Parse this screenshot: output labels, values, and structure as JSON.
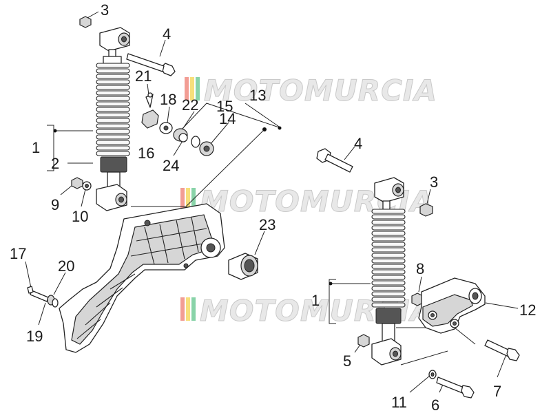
{
  "watermark": {
    "text": "MOTOMURCIA",
    "colors": [
      "#e74c3c",
      "#f1c40f",
      "#27ae60"
    ]
  },
  "callouts": {
    "c3a": "3",
    "c4a": "4",
    "c21": "21",
    "c18": "18",
    "c22": "22",
    "c15": "15",
    "c13": "13",
    "c14": "14",
    "c16": "16",
    "c24": "24",
    "c1a": "1",
    "c2": "2",
    "c9": "9",
    "c10": "10",
    "c23": "23",
    "c17": "17",
    "c20": "20",
    "c19": "19",
    "c4b": "4",
    "c3b": "3",
    "c8": "8",
    "c1b": "1",
    "c12": "12",
    "c5": "5",
    "c7": "7",
    "c11": "11",
    "c6": "6"
  }
}
